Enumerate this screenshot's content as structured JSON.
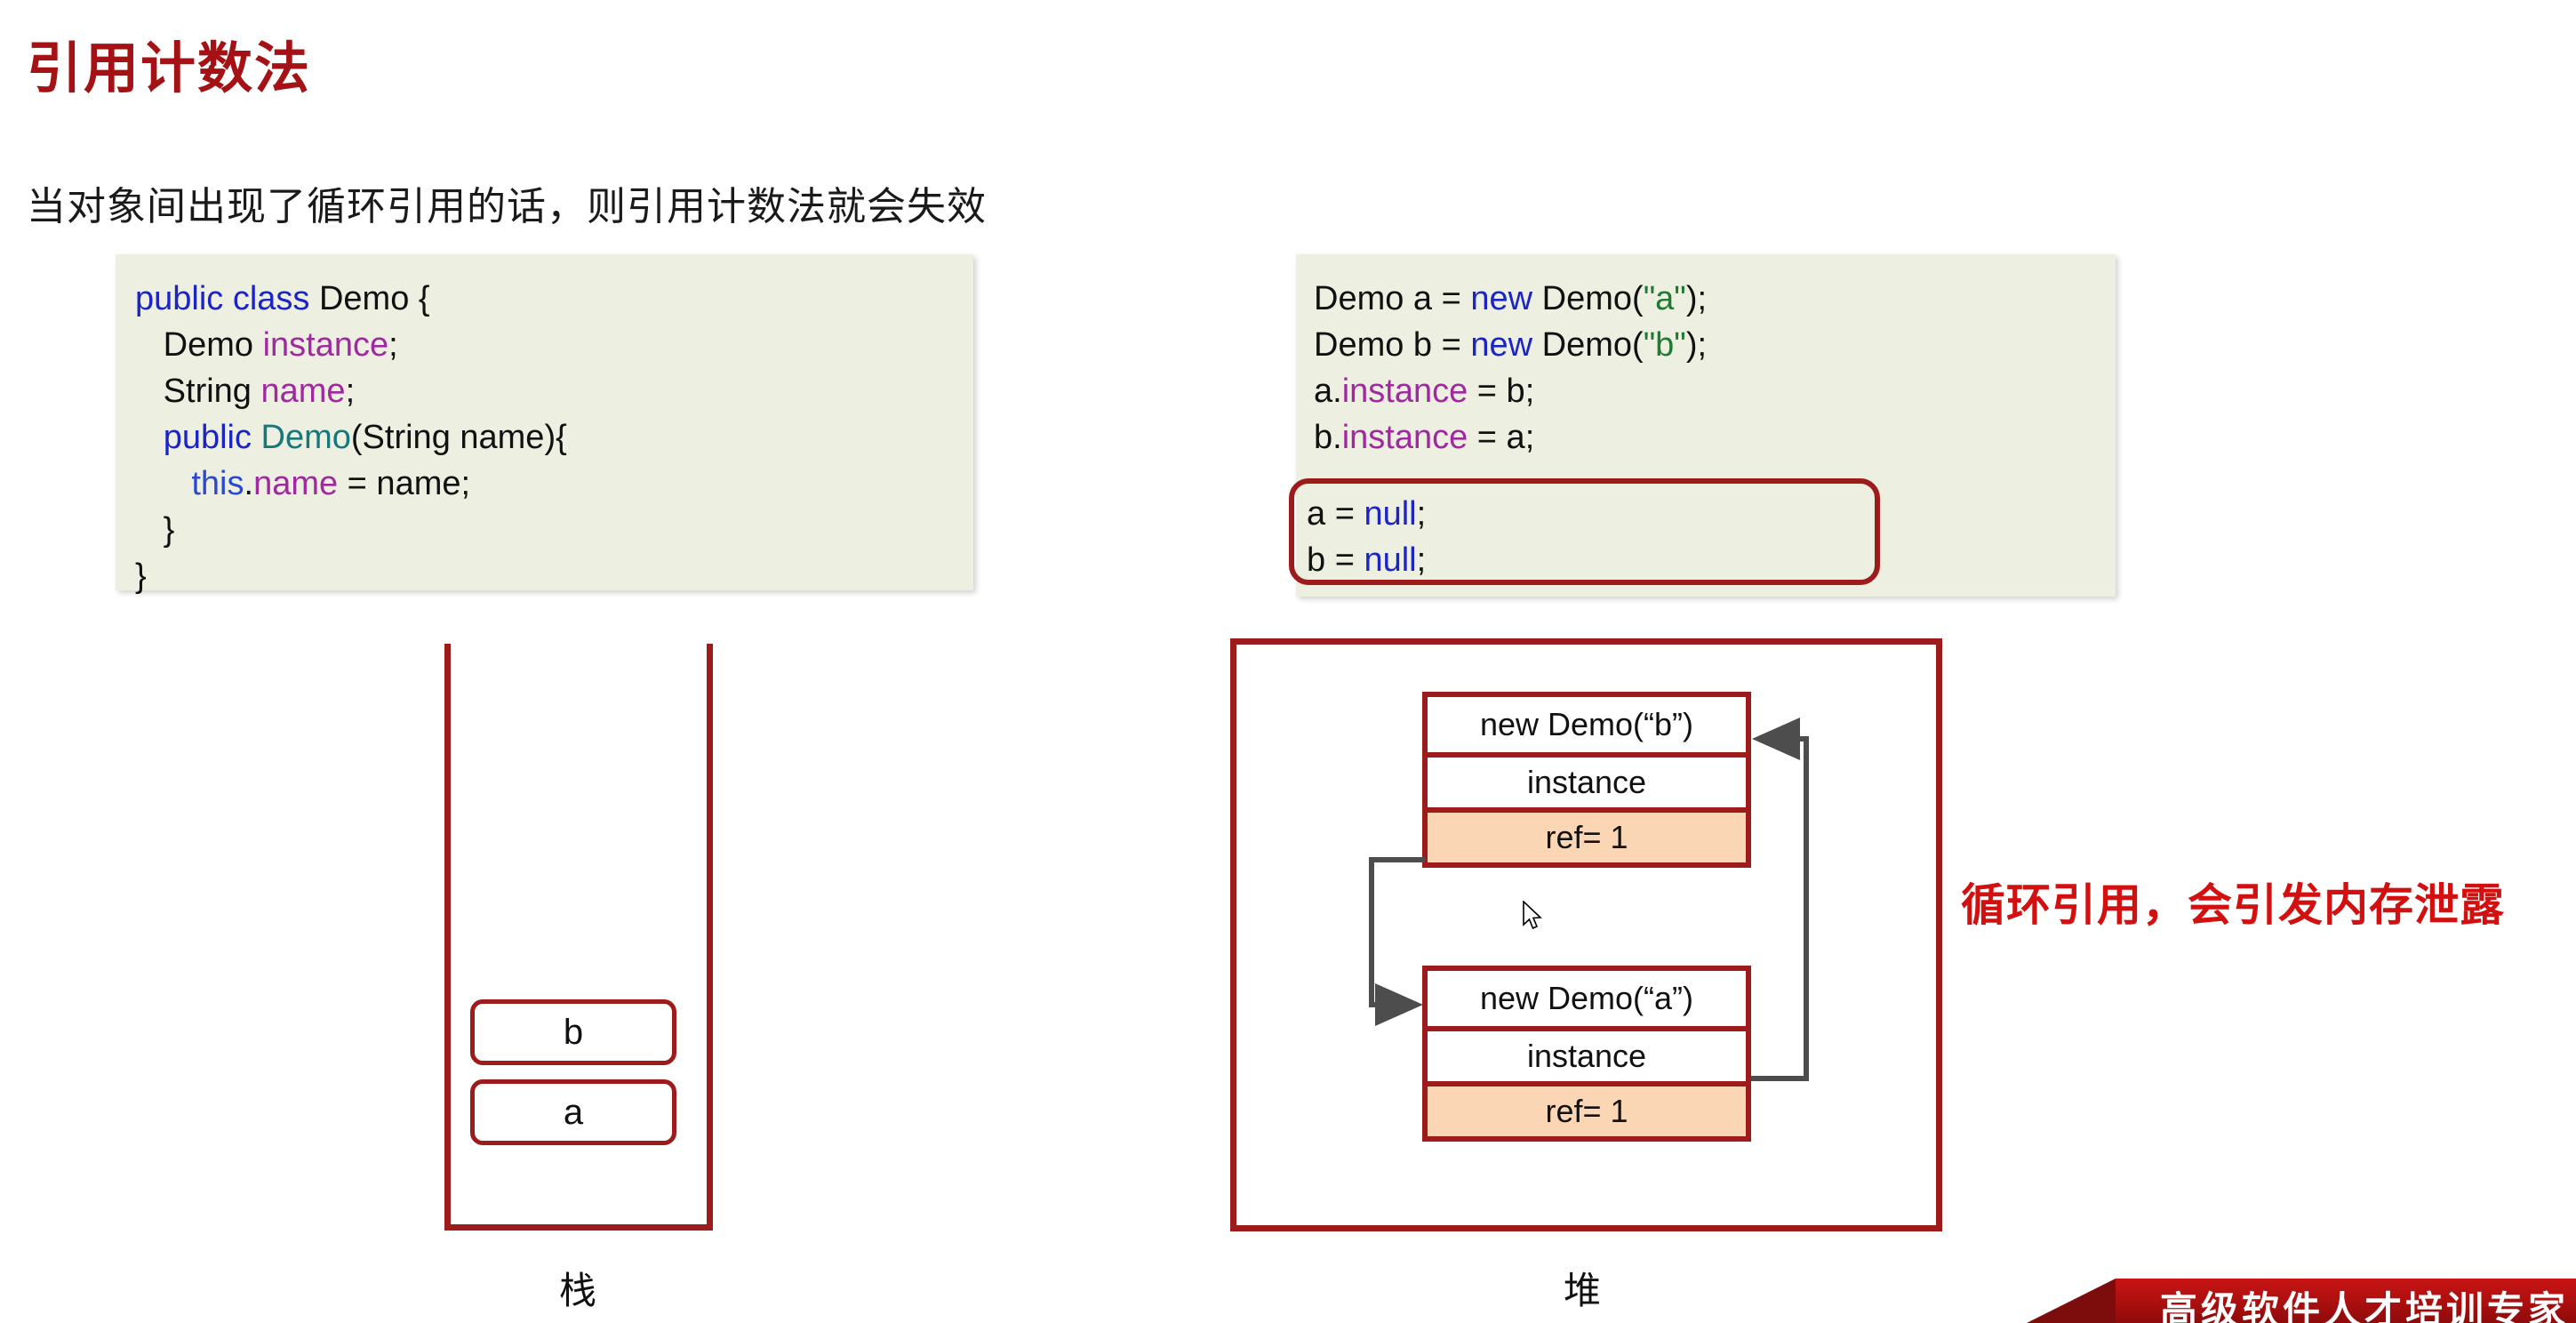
{
  "slide": {
    "title": "引用计数法",
    "subtitle": "当对象间出现了循环引用的话，则引用计数法就会失效",
    "annotation": "循环引用，会引发内存泄露"
  },
  "colors": {
    "title_red": "#a41216",
    "box_red": "#9e1b1b",
    "annotation_red": "#d31010",
    "code_bg": "#edf0e1",
    "ref_fill": "#fbd6b4",
    "keyword_blue": "#1c24c4",
    "field_magenta": "#a0299f",
    "type_teal": "#16787d",
    "string_green": "#1f7a33"
  },
  "code_left": {
    "lines": [
      {
        "parts": [
          {
            "t": "public class ",
            "c": "kw"
          },
          {
            "t": "Demo {",
            "c": ""
          }
        ]
      },
      {
        "parts": [
          {
            "t": "   Demo ",
            "c": ""
          },
          {
            "t": "instance",
            "c": "fld"
          },
          {
            "t": ";",
            "c": ""
          }
        ]
      },
      {
        "parts": [
          {
            "t": "   String ",
            "c": ""
          },
          {
            "t": "name",
            "c": "fld"
          },
          {
            "t": ";",
            "c": ""
          }
        ]
      },
      {
        "parts": [
          {
            "t": "   ",
            "c": ""
          },
          {
            "t": "public ",
            "c": "kw"
          },
          {
            "t": "Demo",
            "c": "typ"
          },
          {
            "t": "(String name){",
            "c": ""
          }
        ]
      },
      {
        "parts": [
          {
            "t": "      ",
            "c": ""
          },
          {
            "t": "this",
            "c": "kw2"
          },
          {
            "t": ".",
            "c": ""
          },
          {
            "t": "name",
            "c": "fld"
          },
          {
            "t": " = name;",
            "c": ""
          }
        ]
      },
      {
        "parts": [
          {
            "t": "   }",
            "c": ""
          }
        ]
      },
      {
        "parts": [
          {
            "t": "}",
            "c": ""
          }
        ]
      }
    ]
  },
  "code_right": {
    "lines": [
      {
        "parts": [
          {
            "t": "Demo a = ",
            "c": ""
          },
          {
            "t": "new ",
            "c": "kw"
          },
          {
            "t": "Demo(",
            "c": ""
          },
          {
            "t": "\"a\"",
            "c": "str"
          },
          {
            "t": ");",
            "c": ""
          }
        ]
      },
      {
        "parts": [
          {
            "t": "Demo b = ",
            "c": ""
          },
          {
            "t": "new ",
            "c": "kw"
          },
          {
            "t": "Demo(",
            "c": ""
          },
          {
            "t": "\"b\"",
            "c": "str"
          },
          {
            "t": ");",
            "c": ""
          }
        ]
      },
      {
        "parts": [
          {
            "t": "a.",
            "c": ""
          },
          {
            "t": "instance",
            "c": "fld"
          },
          {
            "t": " = b;",
            "c": ""
          }
        ]
      },
      {
        "parts": [
          {
            "t": "b.",
            "c": ""
          },
          {
            "t": "instance",
            "c": "fld"
          },
          {
            "t": " = a;",
            "c": ""
          }
        ]
      }
    ],
    "null_block": {
      "lines": [
        {
          "parts": [
            {
              "t": "a = ",
              "c": ""
            },
            {
              "t": "null",
              "c": "kw"
            },
            {
              "t": ";",
              "c": ""
            }
          ]
        },
        {
          "parts": [
            {
              "t": "b = ",
              "c": ""
            },
            {
              "t": "null",
              "c": "kw"
            },
            {
              "t": ";",
              "c": ""
            }
          ]
        }
      ]
    }
  },
  "stack": {
    "caption": "栈",
    "slots": [
      {
        "label": "b"
      },
      {
        "label": "a"
      }
    ]
  },
  "heap": {
    "caption": "堆",
    "objects": [
      {
        "id": "obj-b",
        "rows": [
          {
            "label": "new Demo(“b”)",
            "kind": "header"
          },
          {
            "label": "instance",
            "kind": "field"
          },
          {
            "label": "ref= 1",
            "kind": "ref"
          }
        ]
      },
      {
        "id": "obj-a",
        "rows": [
          {
            "label": "new Demo(“a”)",
            "kind": "header"
          },
          {
            "label": "instance",
            "kind": "field"
          },
          {
            "label": "ref= 1",
            "kind": "ref"
          }
        ]
      }
    ]
  },
  "ribbon": {
    "text": "高级软件人才培训专家"
  }
}
